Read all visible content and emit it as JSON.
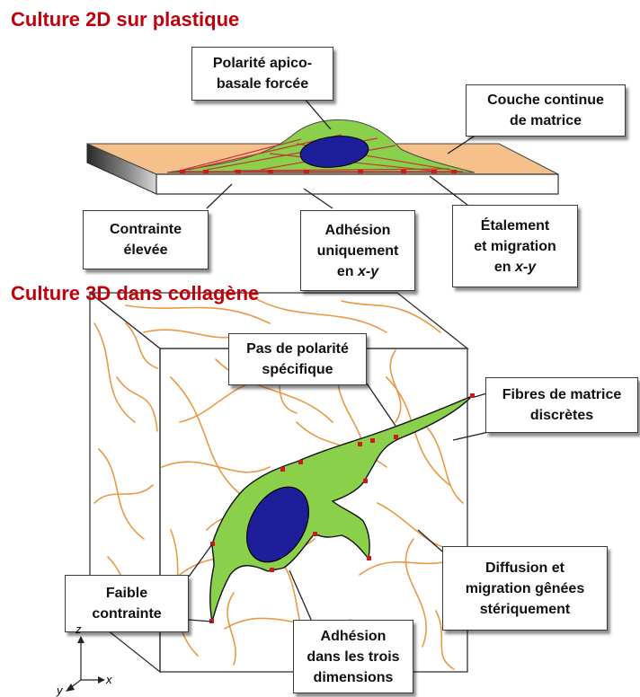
{
  "colors": {
    "title": "#c0000b",
    "matrix": "#f6c08a",
    "cell": "#8bd04a",
    "nucleus": "#1d1f9a",
    "fiber": "#e99a45",
    "actin": "#c0383a",
    "adhesion": "#d01818"
  },
  "section_2d": {
    "title": "Culture 2D sur plastique",
    "callouts": {
      "polarity": [
        "Polarité apico-",
        "basale forcée"
      ],
      "matrix_layer": [
        "Couche continue",
        "de matrice"
      ],
      "stress": [
        "Contrainte",
        "élevée"
      ],
      "adhesion": [
        "Adhésion",
        "uniquement",
        "en ",
        "x-y"
      ],
      "spreading": [
        "Étalement",
        "et migration",
        "en ",
        "x-y"
      ]
    }
  },
  "section_3d": {
    "title": "Culture 3D dans collagène",
    "callouts": {
      "polarity": [
        "Pas de polarité",
        "spécifique"
      ],
      "fibers": [
        "Fibres de matrice",
        "discrètes"
      ],
      "diffusion": [
        "Diffusion et",
        "migration gênées",
        "stériquement"
      ],
      "stress": [
        "Faible",
        "contrainte"
      ],
      "adhesion": [
        "Adhésion",
        "dans les trois",
        "dimensions"
      ]
    },
    "axes": {
      "z": "z",
      "x": "x",
      "y": "y"
    }
  },
  "icons": [
    "cell-2d",
    "cell-3d",
    "nucleus",
    "collagen-fibers",
    "axes-icon"
  ]
}
